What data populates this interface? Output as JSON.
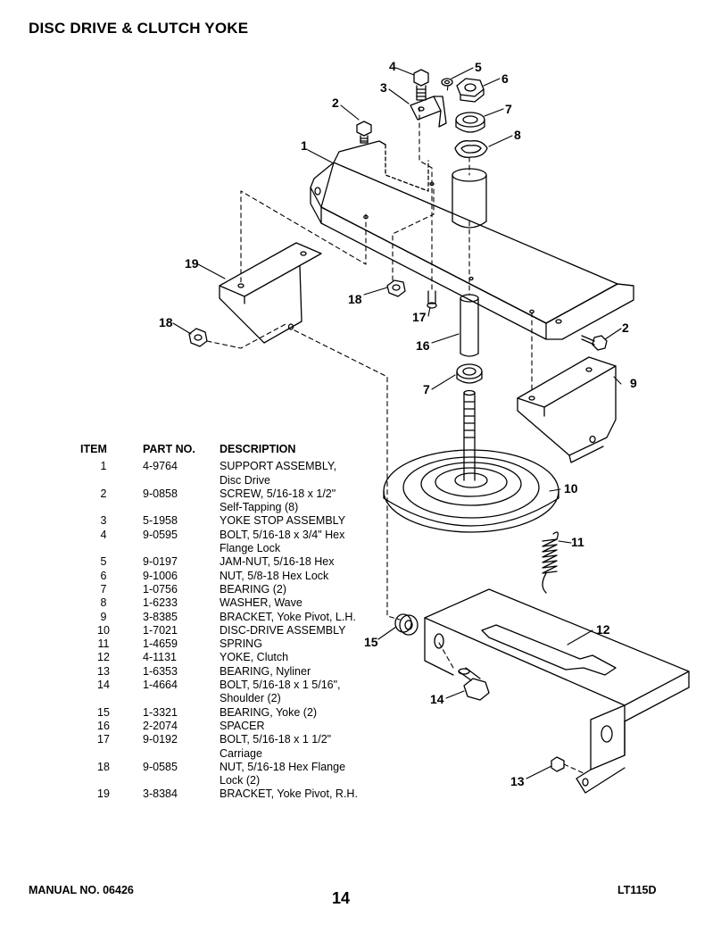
{
  "page": {
    "title": "DISC DRIVE & CLUTCH YOKE"
  },
  "callouts": [
    "1",
    "2",
    "2",
    "3",
    "4",
    "5",
    "6",
    "7",
    "7",
    "8",
    "9",
    "10",
    "11",
    "12",
    "13",
    "14",
    "15",
    "16",
    "17",
    "18",
    "18",
    "19"
  ],
  "table": {
    "headers": {
      "item": "ITEM",
      "part": "PART NO.",
      "desc": "DESCRIPTION"
    },
    "rows": [
      {
        "item": "1",
        "part": "4-9764",
        "desc": "SUPPORT ASSEMBLY,",
        "desc2": "Disc Drive"
      },
      {
        "item": "2",
        "part": "9-0858",
        "desc": "SCREW, 5/16-18 x 1/2\"",
        "desc2": "Self-Tapping (8)"
      },
      {
        "item": "3",
        "part": "5-1958",
        "desc": "YOKE STOP ASSEMBLY"
      },
      {
        "item": "4",
        "part": "9-0595",
        "desc": "BOLT, 5/16-18 x 3/4\" Hex",
        "desc2": "Flange Lock"
      },
      {
        "item": "5",
        "part": "9-0197",
        "desc": "JAM-NUT, 5/16-18 Hex"
      },
      {
        "item": "6",
        "part": "9-1006",
        "desc": "NUT, 5/8-18 Hex Lock"
      },
      {
        "item": "7",
        "part": "1-0756",
        "desc": "BEARING (2)"
      },
      {
        "item": "8",
        "part": "1-6233",
        "desc": "WASHER, Wave"
      },
      {
        "item": "9",
        "part": "3-8385",
        "desc": "BRACKET, Yoke Pivot, L.H."
      },
      {
        "item": "10",
        "part": "1-7021",
        "desc": "DISC-DRIVE ASSEMBLY"
      },
      {
        "item": "11",
        "part": "1-4659",
        "desc": "SPRING"
      },
      {
        "item": "12",
        "part": "4-1131",
        "desc": "YOKE, Clutch"
      },
      {
        "item": "13",
        "part": "1-6353",
        "desc": "BEARING, Nyliner"
      },
      {
        "item": "14",
        "part": "1-4664",
        "desc": "BOLT, 5/16-18 x 1 5/16\",",
        "desc2": "Shoulder (2)"
      },
      {
        "item": "15",
        "part": "1-3321",
        "desc": "BEARING, Yoke (2)"
      },
      {
        "item": "16",
        "part": "2-2074",
        "desc": "SPACER"
      },
      {
        "item": "17",
        "part": "9-0192",
        "desc": "BOLT, 5/16-18 x 1 1/2\"",
        "desc2": "Carriage"
      },
      {
        "item": "18",
        "part": "9-0585",
        "desc": "NUT, 5/16-18 Hex Flange",
        "desc2": "Lock (2)"
      },
      {
        "item": "19",
        "part": "3-8384",
        "desc": "BRACKET, Yoke Pivot, R.H."
      }
    ]
  },
  "footer": {
    "manual": "MANUAL NO. 06426",
    "page_number": "14",
    "model": "LT115D"
  }
}
